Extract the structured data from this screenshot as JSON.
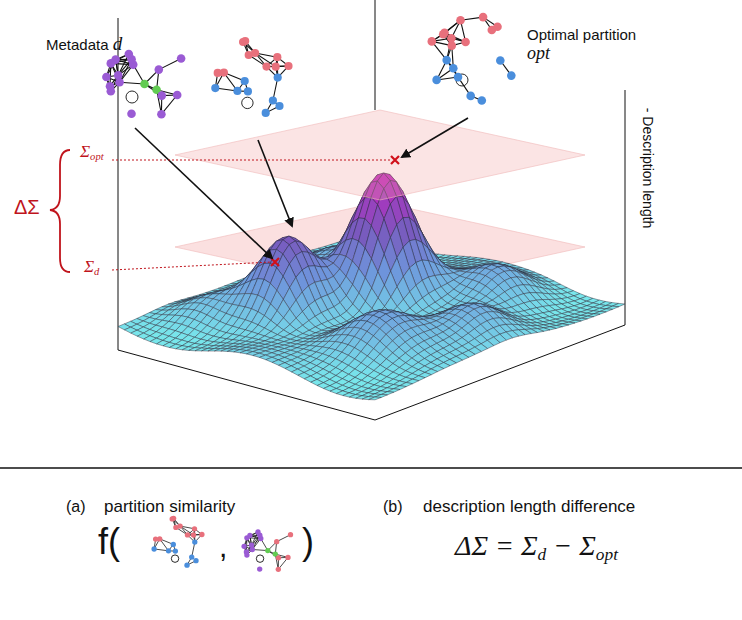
{
  "diagram": {
    "labels": [
      "Metadata",
      "d",
      "Optimal partition",
      "opt",
      "Σ",
      "opt",
      "ΔΣ",
      "Σ",
      "d",
      "- Description length",
      "(a)",
      "partition similarity",
      "f(",
      ",",
      ")",
      "(b)",
      "description length difference",
      "ΔΣ = Σ",
      "d",
      "− Σ",
      "opt"
    ]
  }
}
